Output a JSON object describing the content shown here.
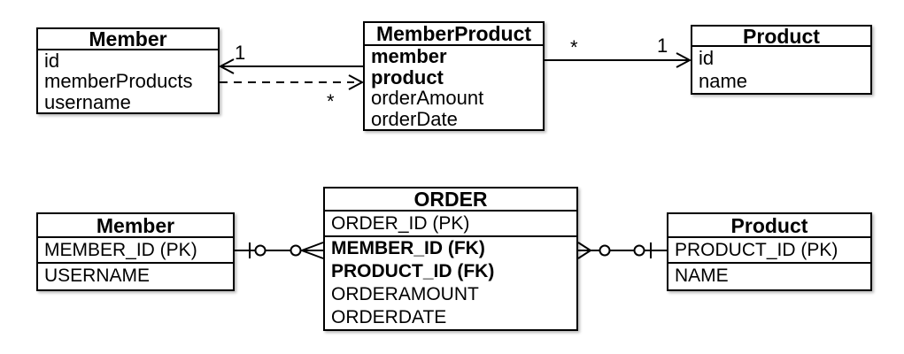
{
  "colors": {
    "stroke": "#000000",
    "box_fill": "#ffffff",
    "text": "#000000"
  },
  "uml_diagram": {
    "member": {
      "title": "Member",
      "fields": [
        "id",
        "memberProducts",
        "username"
      ]
    },
    "member_product": {
      "title": "MemberProduct",
      "fields": [
        "member",
        "product",
        "orderAmount",
        "orderDate"
      ]
    },
    "product": {
      "title": "Product",
      "fields": [
        "id",
        "name"
      ]
    },
    "multiplicities": {
      "member_one": "1",
      "member_many": "*",
      "product_many": "*",
      "product_one": "1"
    }
  },
  "er_diagram": {
    "member": {
      "title": "Member",
      "rows": [
        "MEMBER_ID (PK)",
        "USERNAME"
      ]
    },
    "order": {
      "title": "ORDER",
      "rows": [
        "ORDER_ID (PK)",
        "MEMBER_ID (FK)",
        "PRODUCT_ID (FK)",
        "ORDERAMOUNT",
        "ORDERDATE"
      ]
    },
    "product": {
      "title": "Product",
      "rows": [
        "PRODUCT_ID (PK)",
        "NAME"
      ]
    }
  }
}
